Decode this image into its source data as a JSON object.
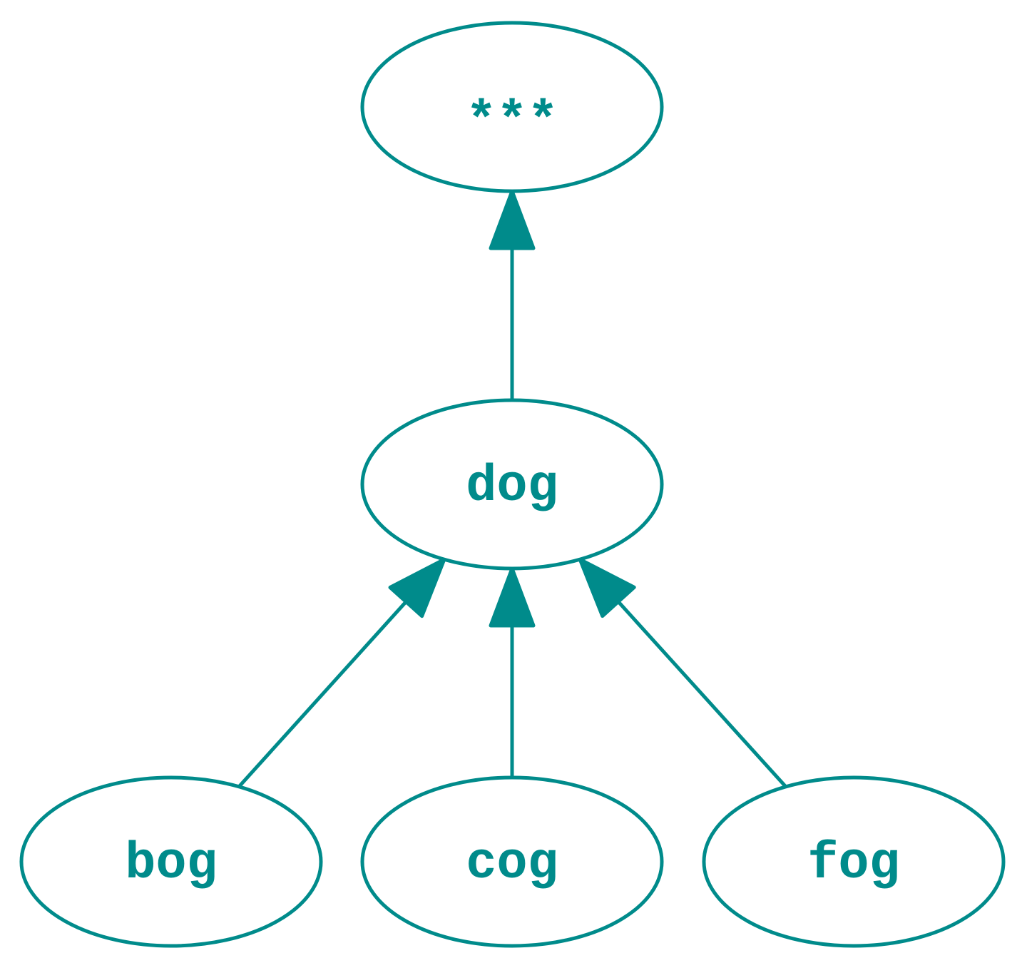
{
  "colors": {
    "stroke": "#008b8b",
    "text": "#008b8b"
  },
  "nodes": [
    {
      "id": "root",
      "label": "***"
    },
    {
      "id": "dog",
      "label": "dog"
    },
    {
      "id": "bog",
      "label": "bog"
    },
    {
      "id": "cog",
      "label": "cog"
    },
    {
      "id": "fog",
      "label": "fog"
    }
  ],
  "edges": [
    {
      "from": "dog",
      "to": "root"
    },
    {
      "from": "bog",
      "to": "dog"
    },
    {
      "from": "cog",
      "to": "dog"
    },
    {
      "from": "fog",
      "to": "dog"
    }
  ]
}
